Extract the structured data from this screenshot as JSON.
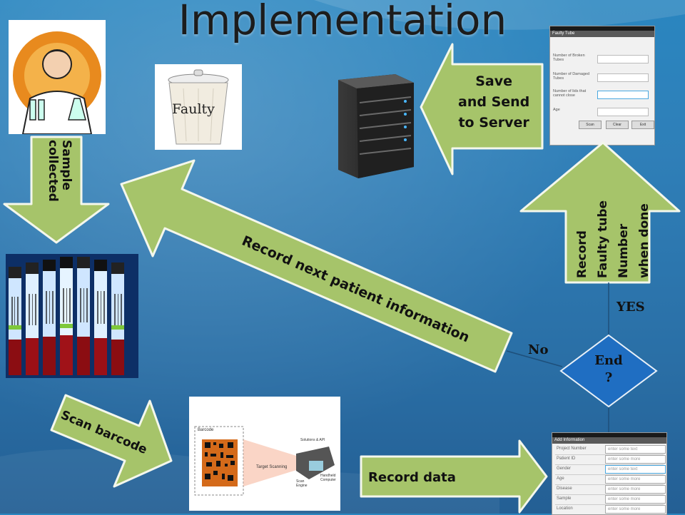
{
  "title": "Implementation",
  "faulty_bin": {
    "label": "Faulty"
  },
  "arrows": {
    "sample_collected": "Sample collected",
    "record_next": "Record next patient information",
    "scan_barcode": "Scan barcode",
    "record_data": "Record data",
    "save_send": [
      "Save",
      "and Send",
      "to Server"
    ],
    "record_faulty": [
      "Record",
      "Faulty tube",
      "Number",
      "when done"
    ]
  },
  "decision": {
    "label": "End",
    "mark": "?",
    "yes": "YES",
    "no": "No"
  },
  "faulty_form": {
    "header": "Faulty Tube",
    "rows": [
      "Number of Broken Tubes",
      "Number of Damaged Tubes",
      "Number of lids that cannot close",
      "Age"
    ],
    "buttons": [
      "Scan",
      "Clear",
      "Exit"
    ]
  },
  "scanner_image": {
    "barcode_label": "Barcode",
    "target_label": "Target Scanning",
    "engine_label": "Scan Engine",
    "solutions_label": "Solutions & API",
    "handheld_label": "Handheld Computer"
  },
  "record_form": {
    "header": "Add Information",
    "rows": [
      {
        "key": "Project Number",
        "value": "enter some text"
      },
      {
        "key": "Patient ID",
        "value": "enter some more"
      },
      {
        "key": "Gender",
        "value": "enter some text"
      },
      {
        "key": "Age",
        "value": "enter some more"
      },
      {
        "key": "Disease",
        "value": "enter some more"
      },
      {
        "key": "Sample",
        "value": "enter some more"
      },
      {
        "key": "Location",
        "value": "enter some more"
      }
    ]
  },
  "colors": {
    "arrow_fill": "#a6c46a",
    "arrow_stroke": "#f4f7ec",
    "diamond": "#1f6ec2",
    "background": "#2a78b3"
  }
}
